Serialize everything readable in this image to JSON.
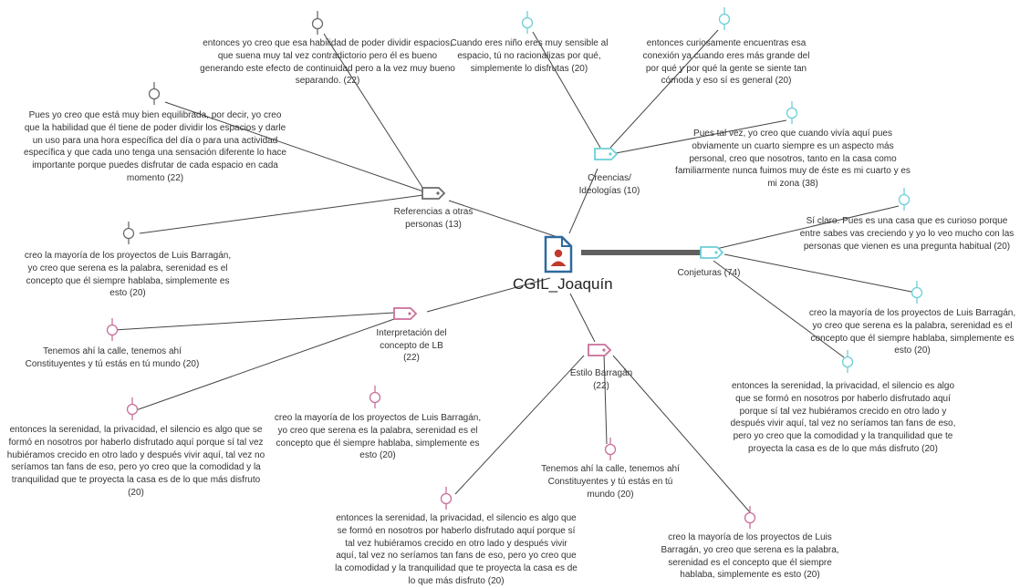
{
  "center": {
    "label": "CGIL_Joaquín",
    "icon": "document-user-icon"
  },
  "colors": {
    "gray": "#6b6b6b",
    "cyan": "#6ccfd6",
    "pink": "#c96f9a",
    "line": "#444444",
    "thick": "#5f5f5f",
    "docBlue": "#2e6a9e",
    "docRed": "#c0392b"
  },
  "codes": {
    "referencias": "Referencias a otras personas (13)",
    "creencias": "Creencias/ Ideologías (10)",
    "conjeturas": "Conjeturas (74)",
    "interpretacion": "Interpretación del concepto de LB (22)",
    "estilo": "Estilo Barragán (22)"
  },
  "quotes": {
    "g1": "entonces yo creo que esa habilidad de poder dividir espacios, que suena muy tal vez contradictorio pero él es bueno generando este efecto de continuidad pero a la vez muy bueno separando. (22)",
    "g2": "Pues yo creo que está muy bien equilibrada, por decir, yo creo que la habilidad que él tiene de poder dividir los espacios y darle un uso para una hora específica del día o para una actividad específica y que cada uno tenga una sensación diferente lo hace importante porque puedes disfrutar de cada espacio en cada momento (22)",
    "g3": "creo la mayoría de los proyectos de Luis Barragán, yo creo que serena es la palabra, serenidad es el concepto que él siempre hablaba, simplemente es esto (20)",
    "c1": "Cuando eres niño eres muy sensible al espacio, tú no racionalizas por qué, simplemente lo disfrutas (20)",
    "c2": "entonces curiosamente encuentras esa conexión ya cuando eres más grande del por qué y por qué la gente se siente tan cómoda y eso sí es general (20)",
    "c3": "Pues tal vez, yo creo que cuando vivía aquí pues obviamente un cuarto siempre es un aspecto más personal, creo que nosotros, tanto en la casa como familiarmente nunca fuimos muy de éste es mi cuarto y es mi zona (38)",
    "c4": "Sí claro. Pues es una casa que es curioso porque entre sabes vas creciendo y yo lo veo mucho con las personas que vienen es una pregunta habitual (20)",
    "c5": "creo la mayoría de los proyectos de Luis Barragán, yo creo que serena es la palabra, serenidad es el concepto que él siempre hablaba, simplemente es esto (20)",
    "c6": "entonces la serenidad, la privacidad, el silencio es algo que se formó en nosotros por haberlo disfrutado aquí porque sí tal vez hubiéramos crecido en otro lado y después vivir aquí, tal vez no seríamos tan fans de eso, pero yo creo que la comodidad y la tranquilidad que te proyecta la casa es de lo que más disfruto (20)",
    "p1": "Tenemos ahí la calle, tenemos ahí Constituyentes y tú estás en tú mundo (20)",
    "p2": "entonces la serenidad, la privacidad, el silencio es algo que se formó en nosotros por haberlo disfrutado aquí porque sí tal vez hubiéramos crecido en otro lado y después vivir aquí, tal vez no seríamos tan fans de eso, pero yo creo que la comodidad y la tranquilidad que te proyecta la casa es de lo que más disfruto (20)",
    "p3": "creo la mayoría de los proyectos de Luis Barragán, yo creo que serena es la palabra, serenidad es el concepto que él siempre hablaba, simplemente es esto (20)",
    "p4": "Tenemos ahí la calle, tenemos ahí Constituyentes y tú estás en tú mundo (20)",
    "p5": "entonces la serenidad, la privacidad, el silencio es algo que se formó en nosotros por haberlo disfrutado aquí porque sí tal vez hubiéramos crecido en otro lado y después vivir aquí, tal vez no seríamos tan fans de eso, pero yo creo que la comodidad y la tranquilidad que te proyecta la casa es de lo que más disfruto (20)",
    "p6": "creo la mayoría de los proyectos de Luis Barragán, yo creo que serena es la palabra, serenidad es el concepto que él siempre hablaba, simplemente es esto (20)"
  }
}
